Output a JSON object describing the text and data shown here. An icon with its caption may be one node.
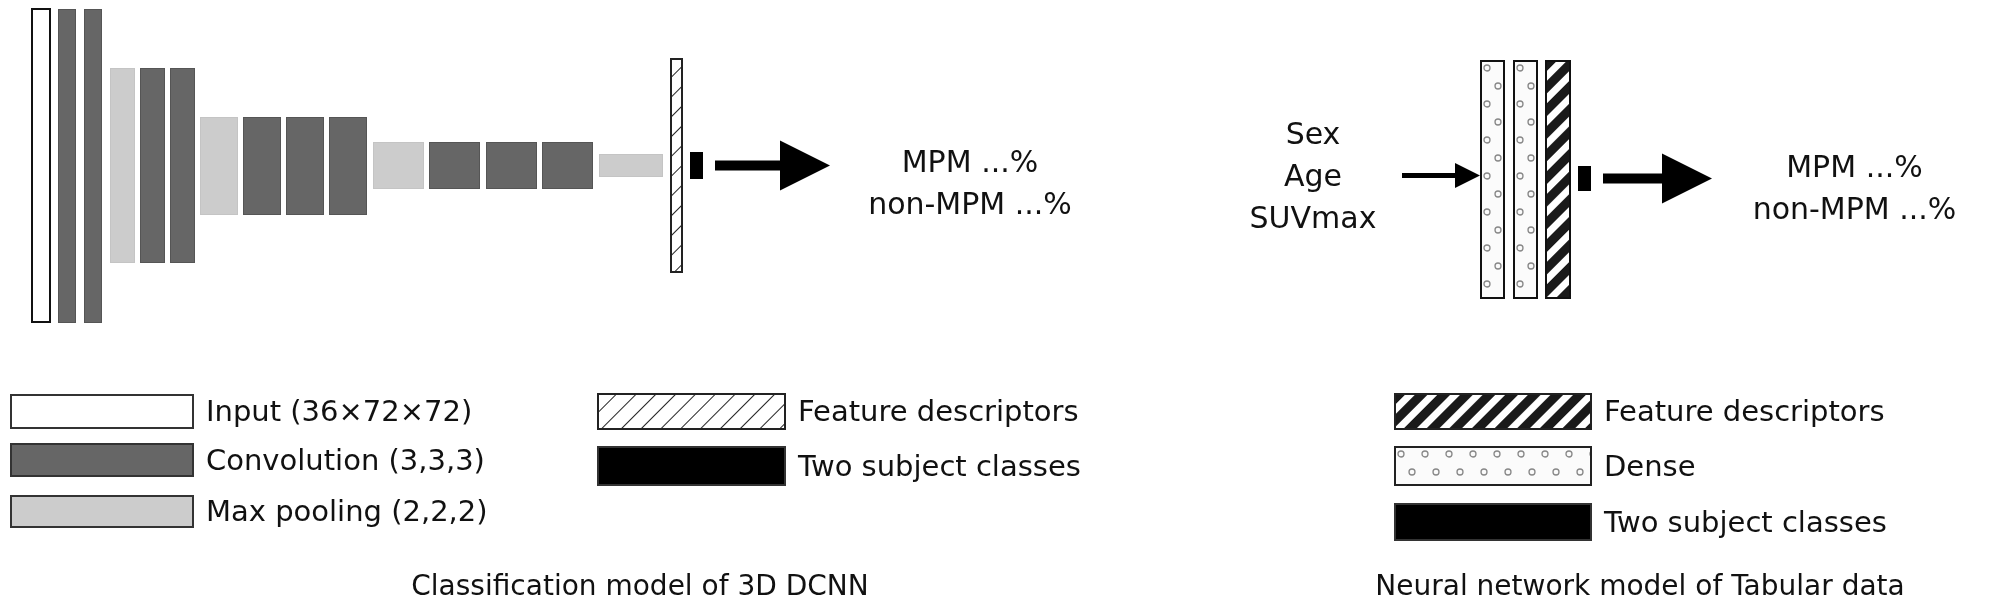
{
  "diagram": {
    "nodes": [
      {
        "text": [],
        "shape": "bar"
      },
      {
        "text": [],
        "shape": "bar"
      },
      {
        "text": [],
        "shape": "bar"
      },
      {
        "text": [],
        "shape": "bar"
      },
      {
        "text": [],
        "shape": "bar"
      },
      {
        "text": [],
        "shape": "bar"
      },
      {
        "text": [],
        "shape": "bar"
      },
      {
        "text": [],
        "shape": "bar"
      },
      {
        "text": [],
        "shape": "bar"
      },
      {
        "text": [],
        "shape": "bar"
      },
      {
        "text": [],
        "shape": "bar"
      },
      {
        "text": [],
        "shape": "bar"
      },
      {
        "text": [],
        "shape": "bar"
      },
      {
        "text": [],
        "shape": "bar"
      },
      {
        "text": [],
        "shape": "bar"
      },
      {
        "text": [],
        "shape": "bar"
      },
      {
        "text": [],
        "shape": "bar"
      },
      {
        "text": [
          "MPM ...%",
          "non-MPM ...%"
        ]
      },
      {
        "text": [
          "Sex",
          "Age",
          "SUVmax"
        ]
      },
      {
        "text": [],
        "shape": "bar"
      },
      {
        "text": [],
        "shape": "bar"
      },
      {
        "text": [],
        "shape": "bar"
      },
      {
        "text": [],
        "shape": "bar"
      },
      {
        "text": [
          "MPM ...%",
          "non-MPM ...%"
        ]
      }
    ],
    "edges": [
      {
        "from": 16,
        "to": 17,
        "arrow": "to"
      },
      {
        "from": 18,
        "to": 19,
        "arrow": "to"
      },
      {
        "from": 22,
        "to": 23,
        "arrow": "to"
      }
    ],
    "labels": [
      "Classification model of 3D DCNN",
      "Neural network model of Tabular data"
    ],
    "legend": [
      {
        "text": "Input (36×72×72)",
        "color": "#ffffff"
      },
      {
        "text": "Convolution (3,3,3)",
        "color": "#666666"
      },
      {
        "text": "Max pooling (2,2,2)",
        "color": "#cccccc"
      },
      {
        "text": "Feature descriptors"
      },
      {
        "text": "Two subject classes",
        "color": "#000000"
      },
      {
        "text": "Feature descriptors"
      },
      {
        "text": "Dense"
      },
      {
        "text": "Two subject classes",
        "color": "#000000"
      }
    ]
  }
}
